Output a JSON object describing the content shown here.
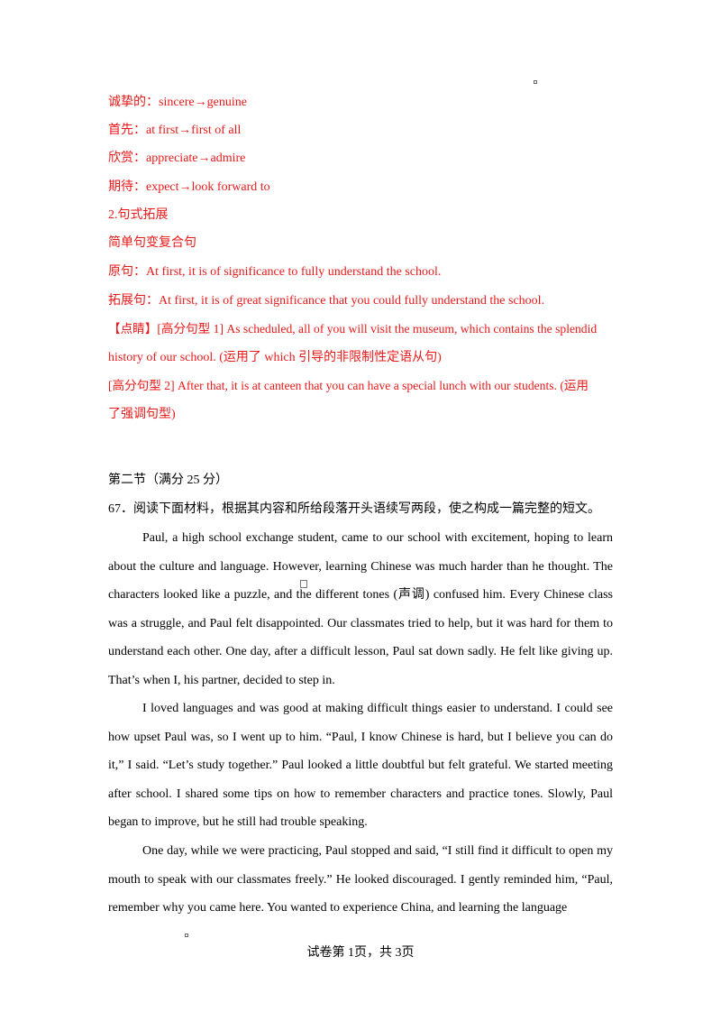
{
  "vocab": [
    "诚挚的：sincere→genuine",
    "首先：at first→first of all",
    "欣赏：appreciate→admire",
    "期待：expect→look forward to"
  ],
  "sentence_heading": "2.句式拓展",
  "sentence_subheading": "简单句变复合句",
  "original_sentence": "原句：At first, it is of significance to fully understand the school.",
  "expanded_sentence": "拓展句：At first, it is of great significance that you could fully understand the school.",
  "comment_1_line1": "【点睛】[高分句型 1] As scheduled, all of you will visit the museum, which contains the splendid",
  "comment_1_line2": "history of our school. (运用了 which 引导的非限制性定语从句)",
  "comment_2_line1": "[高分句型 2] After that, it is at canteen that you can have a special lunch with our students. (运用",
  "comment_2_line2": "了强调句型)",
  "section_title": "第二节（满分 25 分）",
  "question": "67．阅读下面材料，根据其内容和所给段落开头语续写两段，使之构成一篇完整的短文。",
  "paragraphs": [
    "Paul, a high school exchange student, came to our school with excitement, hoping to learn about the culture and language. However, learning Chinese was much harder than he thought. The characters looked like a puzzle, and the different tones (声调) confused him. Every Chinese class was a struggle, and Paul felt disappointed. Our classmates tried to help, but it was hard for them to understand each other. One day, after a difficult lesson, Paul sat down sadly. He felt like giving up. That’s when I, his partner, decided to step in.",
    "I loved languages and was good at making difficult things easier to understand. I could see how upset Paul was, so I went up to him. “Paul, I know Chinese is hard, but I believe you can do it,” I said. “Let’s study together.” Paul looked a little doubtful but felt grateful. We started meeting after school. I shared some tips on how to remember characters and practice tones. Slowly, Paul began to improve, but he still had trouble speaking.",
    "One day, while we were practicing, Paul stopped and said, “I still find it difficult to open my mouth to speak with our classmates freely.” He looked discouraged. I gently reminded him, “Paul, remember why you came here. You wanted to experience China, and learning the language"
  ],
  "footer": "试卷第 1页，共 3页"
}
